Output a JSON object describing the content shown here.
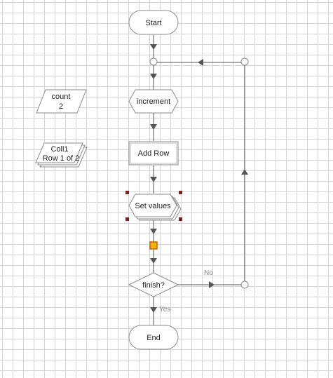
{
  "flowchart": {
    "start_label": "Start",
    "end_label": "End",
    "increment_label": "increment",
    "add_row_label": "Add Row",
    "set_values_label": "Set values",
    "decision_label": "finish?",
    "yes_label": "Yes",
    "no_label": "No"
  },
  "variables": {
    "count_name": "count",
    "count_value": "2",
    "collection_name": "Coll1",
    "collection_position": "Row 1 of 2"
  },
  "colors": {
    "connector_highlight": "#f5b300",
    "connector_highlight_border": "#d25a00",
    "selection_handle": "#8b1a1a"
  }
}
